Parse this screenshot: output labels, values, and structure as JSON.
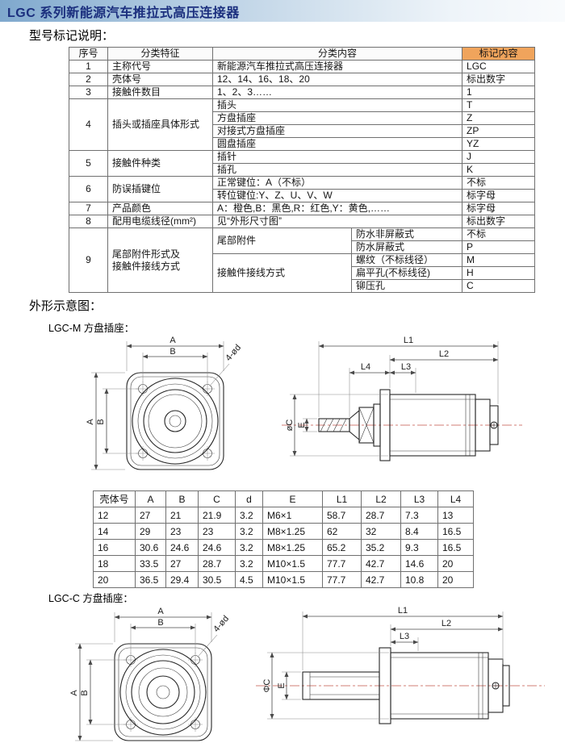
{
  "title": "LGC 系列新能源汽车推拉式高压连接器",
  "headings": {
    "marking": "型号标记说明：",
    "outline": "外形示意图："
  },
  "colors": {
    "title_text": "#1b2f7e",
    "titlebar_blue": "#7fa8cd",
    "header_orange": "#f0a45c",
    "centerline_red": "#c2524a"
  },
  "mt": {
    "h": [
      "序号",
      "分类特征",
      "分类内容",
      "标记内容"
    ],
    "r1": {
      "n": "1",
      "f": "主称代号",
      "c": "新能源汽车推拉式高压连接器",
      "m": "LGC"
    },
    "r2": {
      "n": "2",
      "f": "壳体号",
      "c": "12、14、16、18、20",
      "m": "标出数字"
    },
    "r3": {
      "n": "3",
      "f": "接触件数目",
      "c": "1、2、3……",
      "m": "1"
    },
    "r4": {
      "n": "4",
      "f": "插头或插座具体形式",
      "s": [
        {
          "c": "插头",
          "m": "T"
        },
        {
          "c": "方盘插座",
          "m": "Z"
        },
        {
          "c": "对接式方盘插座",
          "m": "ZP"
        },
        {
          "c": "圆盘插座",
          "m": "YZ"
        }
      ]
    },
    "r5": {
      "n": "5",
      "f": "接触件种类",
      "s": [
        {
          "c": "插针",
          "m": "J"
        },
        {
          "c": "插孔",
          "m": "K"
        }
      ]
    },
    "r6": {
      "n": "6",
      "f": "防误插键位",
      "s": [
        {
          "c": "正常键位：A（不标）",
          "m": "不标"
        },
        {
          "c": "转位键位:Y、Z、U、V、W",
          "m": "标字母"
        }
      ]
    },
    "r7": {
      "n": "7",
      "f": "产品颜色",
      "c": "A：橙色,B：黑色,R：红色,Y：黄色,……",
      "m": "标字母"
    },
    "r8": {
      "n": "8",
      "f": "配用电缆线径(mm²)",
      "c": "见“外形尺寸图”",
      "m": "标出数字"
    },
    "r9": {
      "n": "9",
      "f": "尾部附件形式及\n接触件接线方式",
      "g1": {
        "label": "尾部附件",
        "s": [
          {
            "c": "防水非屏蔽式",
            "m": "不标"
          },
          {
            "c": "防水屏蔽式",
            "m": "P"
          }
        ]
      },
      "g2": {
        "label": "接触件接线方式",
        "s": [
          {
            "c": "螺纹（不标线径）",
            "m": "M"
          },
          {
            "c": "扁平孔(不标线径)",
            "m": "H"
          },
          {
            "c": "铆压孔",
            "m": "C"
          }
        ]
      }
    }
  },
  "dt": {
    "h": [
      "壳体号",
      "A",
      "B",
      "C",
      "d",
      "E",
      "L1",
      "L2",
      "L3",
      "L4"
    ],
    "rows": [
      [
        "12",
        "27",
        "21",
        "21.9",
        "3.2",
        "M6×1",
        "58.7",
        "28.7",
        "7.3",
        "13"
      ],
      [
        "14",
        "29",
        "23",
        "23",
        "3.2",
        "M8×1.25",
        "62",
        "32",
        "8.4",
        "16.5"
      ],
      [
        "16",
        "30.6",
        "24.6",
        "24.6",
        "3.2",
        "M8×1.25",
        "65.2",
        "35.2",
        "9.3",
        "16.5"
      ],
      [
        "18",
        "33.5",
        "27",
        "28.7",
        "3.2",
        "M10×1.5",
        "77.7",
        "42.7",
        "14.6",
        "20"
      ],
      [
        "20",
        "36.5",
        "29.4",
        "30.5",
        "4.5",
        "M10×1.5",
        "77.7",
        "42.7",
        "10.8",
        "20"
      ]
    ]
  },
  "dw": {
    "m": {
      "label": "LGC-M 方盘插座：",
      "a": "A",
      "b": "B",
      "hole": "4-ød",
      "l1": "L1",
      "l2": "L2",
      "l3": "L3",
      "l4": "L4",
      "c": "øC",
      "e": "E"
    },
    "c": {
      "label": "LGC-C 方盘插座：",
      "a": "A",
      "b": "B",
      "hole": "4-ød",
      "l1": "L1",
      "l2": "L2",
      "l3": "L3",
      "c": "ΦC",
      "e": "E"
    }
  }
}
